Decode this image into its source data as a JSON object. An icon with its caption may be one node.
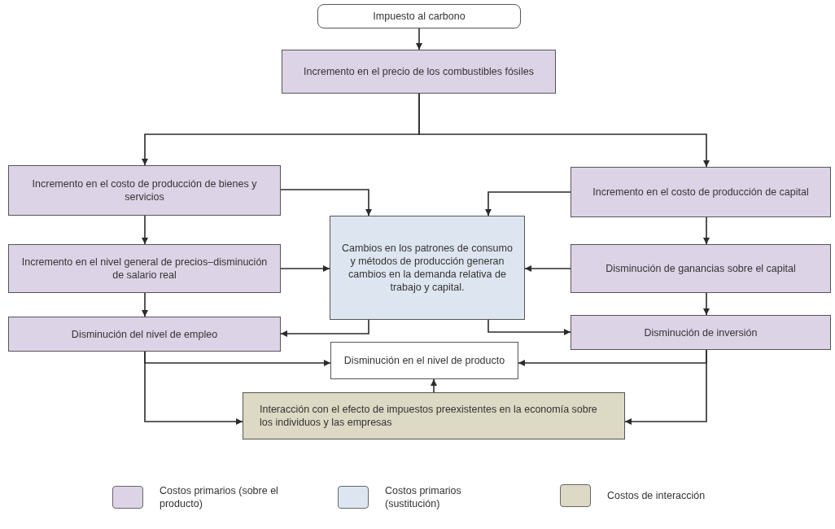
{
  "diagram": {
    "nodes": [
      {
        "text": [
          "Impuesto al carbono"
        ]
      },
      {
        "text": [
          "Incremento en el precio de los combustibles fósiles"
        ]
      },
      {
        "text": [
          "Incremento en el costo de producción de bienes y servicios"
        ]
      },
      {
        "text": [
          "Incremento en el costo de producción de capital"
        ]
      },
      {
        "text": [
          "Cambios en los patrones de consumo y métodos de producción generan cambios en la demanda relativa de trabajo y capital."
        ]
      },
      {
        "text": [
          "Incremento en el nivel general de precios–disminución de salario real"
        ]
      },
      {
        "text": [
          "Disminución de ganancias sobre el capital"
        ]
      },
      {
        "text": [
          "Disminución del nivel de empleo"
        ]
      },
      {
        "text": [
          "Disminución de inversión"
        ]
      },
      {
        "text": [
          "Disminución en el nivel de producto"
        ]
      },
      {
        "text": [
          "Interacción con el efecto de impuestos preexistentes en la economía sobre los individuos y las empresas"
        ]
      }
    ],
    "edges": [
      {
        "from": 0,
        "to": 1,
        "arrow": "to"
      },
      {
        "from": 1,
        "to": 2,
        "arrow": "to"
      },
      {
        "from": 1,
        "to": 3,
        "arrow": "to"
      },
      {
        "from": 2,
        "to": 5,
        "arrow": "to"
      },
      {
        "from": 2,
        "to": 4,
        "arrow": "to"
      },
      {
        "from": 3,
        "to": 6,
        "arrow": "to"
      },
      {
        "from": 3,
        "to": 4,
        "arrow": "to"
      },
      {
        "from": 5,
        "to": 4,
        "arrow": "to"
      },
      {
        "from": 6,
        "to": 4,
        "arrow": "to"
      },
      {
        "from": 5,
        "to": 7,
        "arrow": "to"
      },
      {
        "from": 6,
        "to": 8,
        "arrow": "to"
      },
      {
        "from": 4,
        "to": 7,
        "arrow": "to"
      },
      {
        "from": 4,
        "to": 8,
        "arrow": "to"
      },
      {
        "from": 7,
        "to": 9,
        "arrow": "to"
      },
      {
        "from": 7,
        "to": 10,
        "arrow": "to"
      },
      {
        "from": 8,
        "to": 9,
        "arrow": "to"
      },
      {
        "from": 8,
        "to": 10,
        "arrow": "to"
      },
      {
        "from": 10,
        "to": 9,
        "arrow": "to"
      }
    ],
    "legend": [
      {
        "text": "Costos primarios (sobre el producto)",
        "color": "#ddd3e6"
      },
      {
        "text": "Costos primarios (sustitución)",
        "color": "#dde6f0"
      },
      {
        "text": "Costos de interacción",
        "color": "#dcd9c4"
      }
    ]
  }
}
